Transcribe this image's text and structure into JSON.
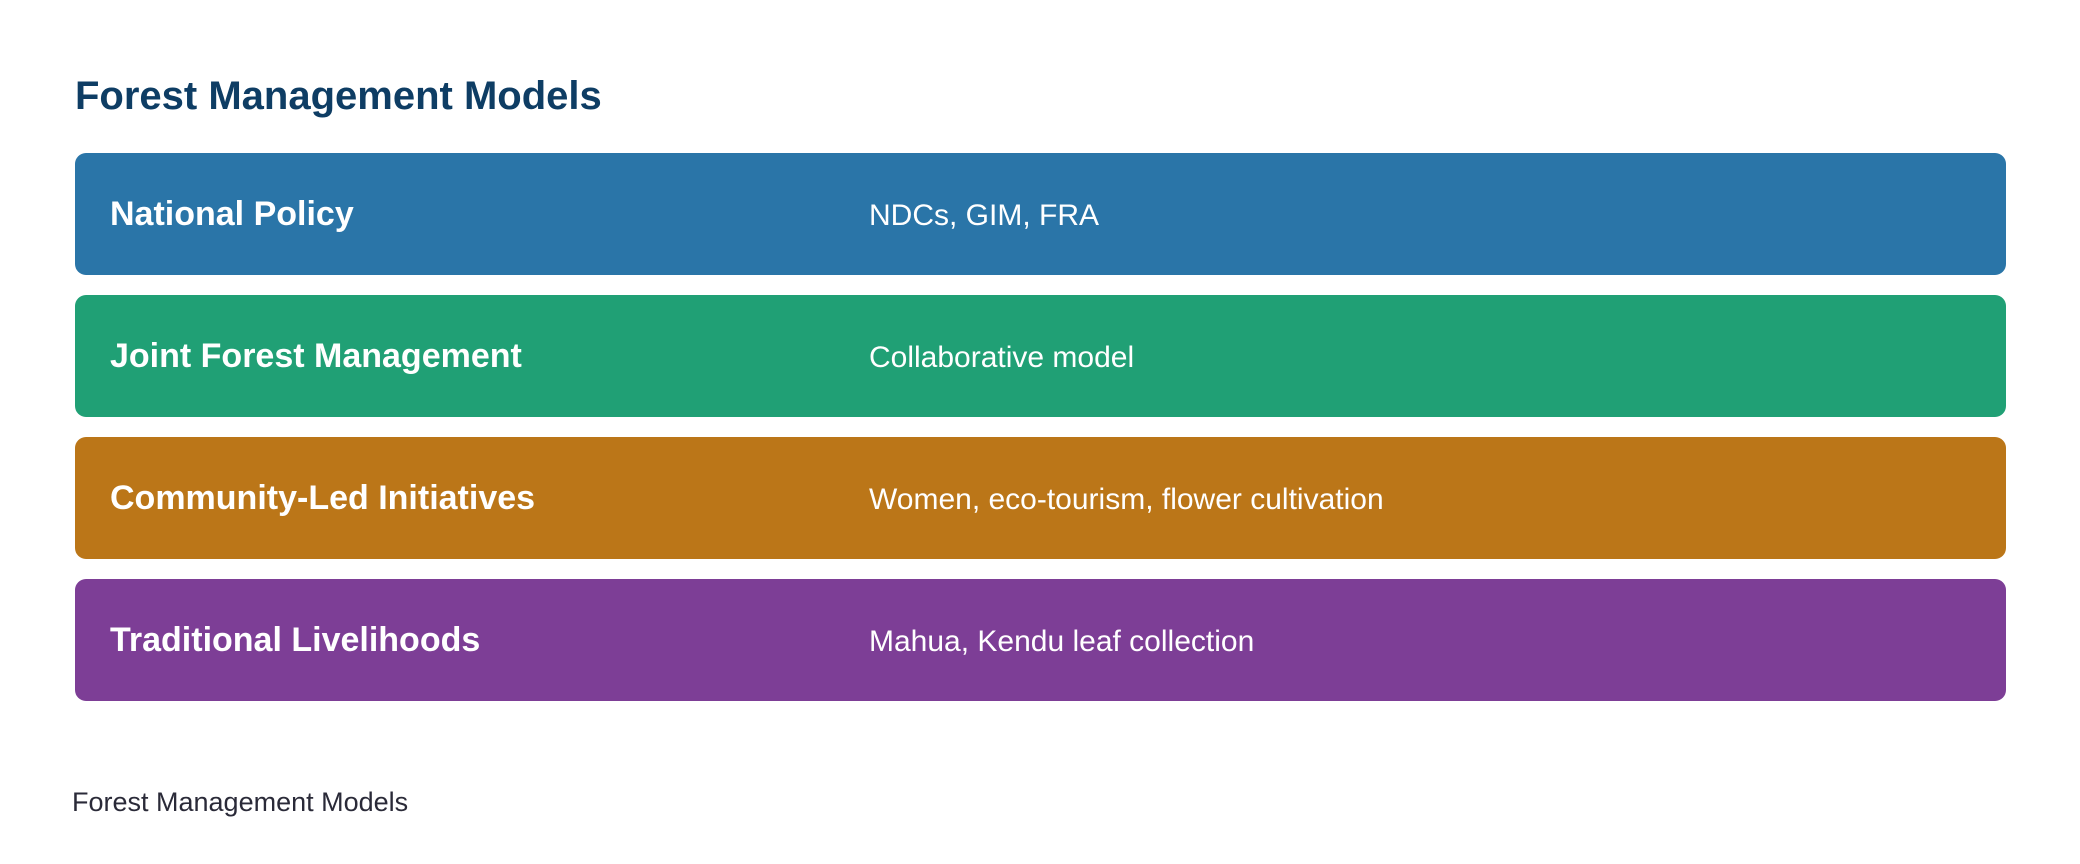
{
  "title": "Forest Management Models",
  "rows": [
    {
      "label": "National Policy",
      "description": "NDCs, GIM, FRA",
      "color": "#2a75a8"
    },
    {
      "label": "Joint Forest Management",
      "description": "Collaborative model",
      "color": "#20a075"
    },
    {
      "label": "Community-Led Initiatives",
      "description": "Women, eco-tourism, flower cultivation",
      "color": "#bb7618"
    },
    {
      "label": "Traditional Livelihoods",
      "description": "Mahua, Kendu leaf collection",
      "color": "#7d3e96"
    }
  ],
  "caption": "Forest Management Models"
}
